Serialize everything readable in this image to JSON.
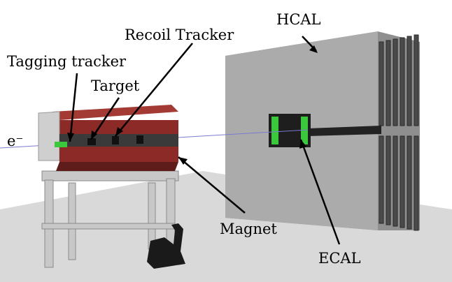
{
  "labels": {
    "hcal": "HCAL",
    "recoil_tracker": "Recoil Tracker",
    "tagging_tracker": "Tagging tracker",
    "target": "Target",
    "beam": "e⁻",
    "magnet": "Magnet",
    "ecal": "ECAL"
  },
  "colors": {
    "magnet": "#8b2a26",
    "hcal": "#a9a9a9",
    "ecal_green": "#3cc83c",
    "floor": "#d6d6d6",
    "beam": "#7a7ad0"
  }
}
